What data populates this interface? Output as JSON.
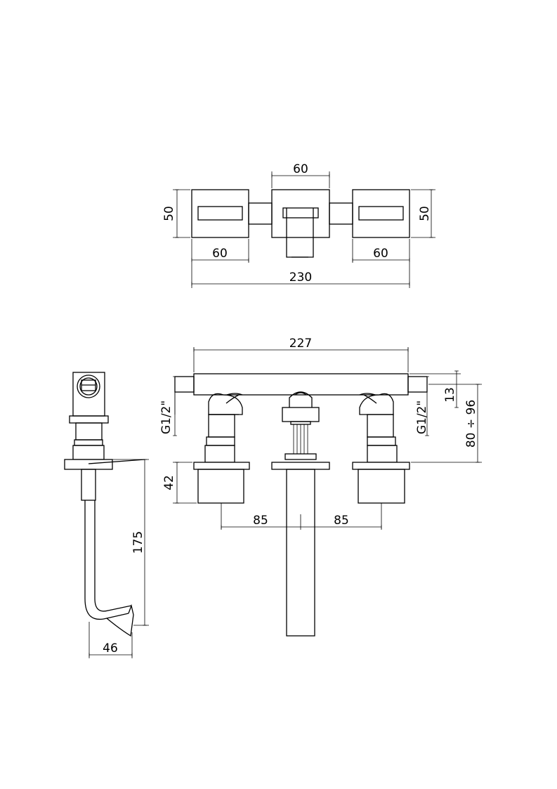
{
  "drawing": {
    "top_view": {
      "spout_width": "60",
      "left_handle_width": "60",
      "right_handle_width": "60",
      "left_depth": "50",
      "right_depth": "50",
      "overall_width": "230"
    },
    "front_view": {
      "overall_body_length": "227",
      "left_thread": "G1/2\"",
      "right_thread": "G1/2\"",
      "pipe_offset": "13",
      "adjust_range": "80 ÷ 96",
      "rosette_height": "42",
      "left_center": "85",
      "right_center": "85"
    },
    "side_view": {
      "spout_drop": "175",
      "spout_reach": "46"
    },
    "colors": {
      "line": "#000000",
      "background": "#ffffff"
    }
  }
}
